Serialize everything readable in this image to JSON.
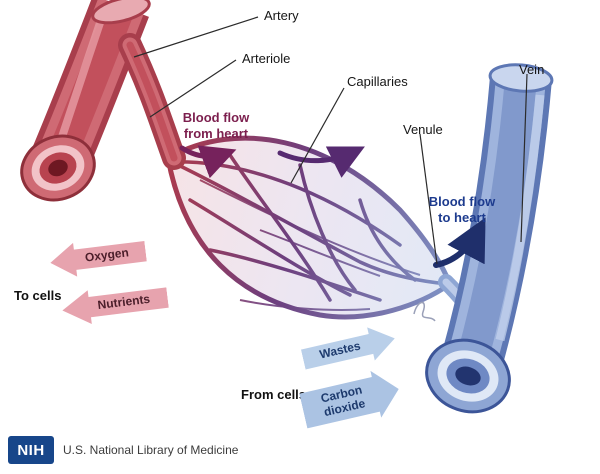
{
  "labels": {
    "artery": "Artery",
    "arteriole": "Arteriole",
    "capillaries": "Capillaries",
    "venule": "Venule",
    "vein": "Vein"
  },
  "flow": {
    "from_heart": "Blood flow\nfrom heart",
    "to_heart": "Blood flow\nto heart"
  },
  "exchange": {
    "to_cells_heading": "To cells",
    "from_cells_heading": "From cells",
    "oxygen": "Oxygen",
    "nutrients": "Nutrients",
    "wastes": "Wastes",
    "carbon_dioxide": "Carbon\ndioxide"
  },
  "footer": {
    "logo": "NIH",
    "org": "U.S. National Library of Medicine"
  },
  "colors": {
    "artery_red": "#c2505c",
    "artery_dark": "#a83e4c",
    "vein_blue": "#8ea6d4",
    "vein_dark": "#5d77b4",
    "flow_from_heart_text": "#7c1f4e",
    "flow_to_heart_text": "#1d3b8e",
    "purple_arrow": "#562a70",
    "navy_arrow": "#1f2f6b",
    "oxygen_arrow_fill": "#e7a3ae",
    "wastes_arrow_fill": "#b9cfe9",
    "nih_logo_blue": "#17468a"
  }
}
